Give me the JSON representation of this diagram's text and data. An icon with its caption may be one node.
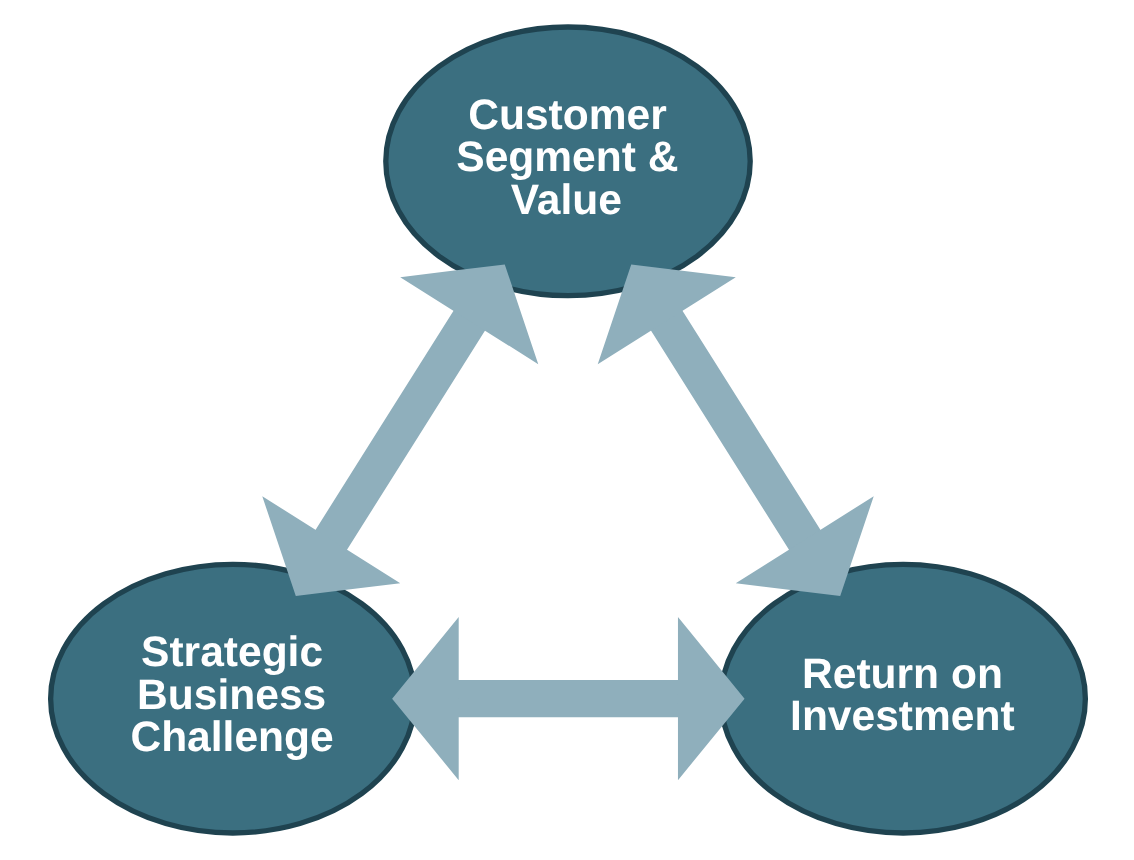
{
  "diagram": {
    "nodes": [
      {
        "text": [
          "Customer Segment & Value"
        ]
      },
      {
        "text": [
          "Strategic Business Challenge"
        ]
      },
      {
        "text": [
          "Return on Investment"
        ]
      }
    ],
    "edges": [
      {
        "from": 0,
        "to": 1,
        "arrow": "both"
      },
      {
        "from": 0,
        "to": 2,
        "arrow": "both"
      },
      {
        "from": 1,
        "to": 2,
        "arrow": "both"
      }
    ]
  }
}
